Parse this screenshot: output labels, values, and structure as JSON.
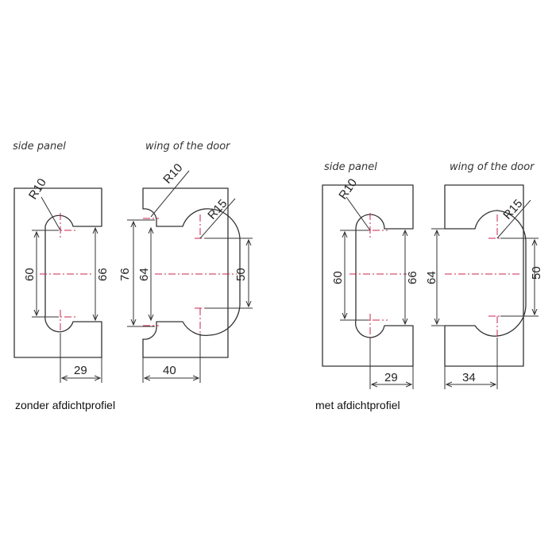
{
  "colors": {
    "outline": "#333333",
    "centerline": "#c8264e",
    "background": "#ffffff"
  },
  "left_drawing": {
    "side_panel_label": "side panel",
    "door_label": "wing of the door",
    "caption": "zonder afdichtprofiel",
    "radius_panel": "R10",
    "radius_door_corner": "R10",
    "radius_door": "R15",
    "dim_60": "60",
    "dim_66": "66",
    "dim_76": "76",
    "dim_64": "64",
    "dim_50": "50",
    "dim_29": "29",
    "dim_40": "40"
  },
  "right_drawing": {
    "side_panel_label": "side panel",
    "door_label": "wing of the door",
    "caption": "met afdichtprofiel",
    "radius_panel": "R10",
    "radius_door": "R15",
    "dim_60": "60",
    "dim_66": "66",
    "dim_64": "64",
    "dim_50": "50",
    "dim_29": "29",
    "dim_34": "34"
  }
}
